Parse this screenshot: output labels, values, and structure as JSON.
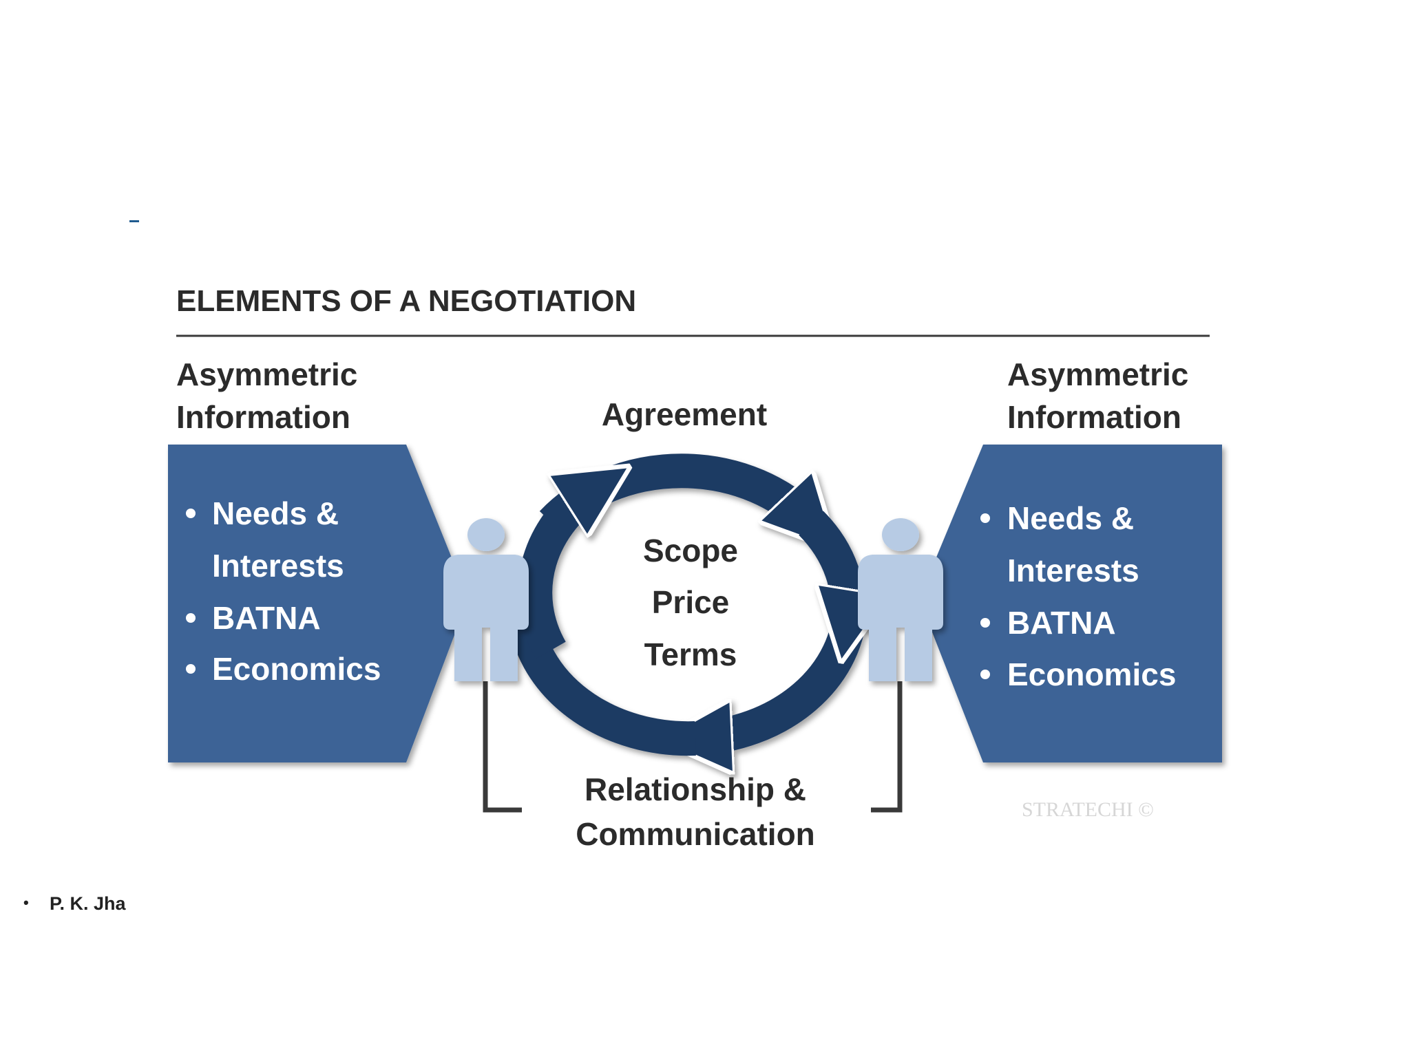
{
  "slide": {
    "dash_mark": "–"
  },
  "diagram": {
    "title": "ELEMENTS OF A NEGOTIATION",
    "left_panel": {
      "heading_line1": "Asymmetric",
      "heading_line2": "Information",
      "items": [
        "Needs &",
        "Interests",
        "BATNA",
        "Economics"
      ]
    },
    "right_panel": {
      "heading_line1": "Asymmetric",
      "heading_line2": "Information",
      "items": [
        "Needs &",
        "Interests",
        "BATNA",
        "Economics"
      ]
    },
    "top_label": "Agreement",
    "center_items": [
      "Scope",
      "Price",
      "Terms"
    ],
    "bottom_label_line1": "Relationship &",
    "bottom_label_line2": "Communication",
    "watermark": "STRATECHI ©"
  },
  "colors": {
    "panel_blue": "#3d6496",
    "ring_navy": "#1f3a63",
    "person_light": "#b7cbe4",
    "line_dark": "#3a3a3a"
  },
  "footer": {
    "author": "P. K. Jha"
  }
}
